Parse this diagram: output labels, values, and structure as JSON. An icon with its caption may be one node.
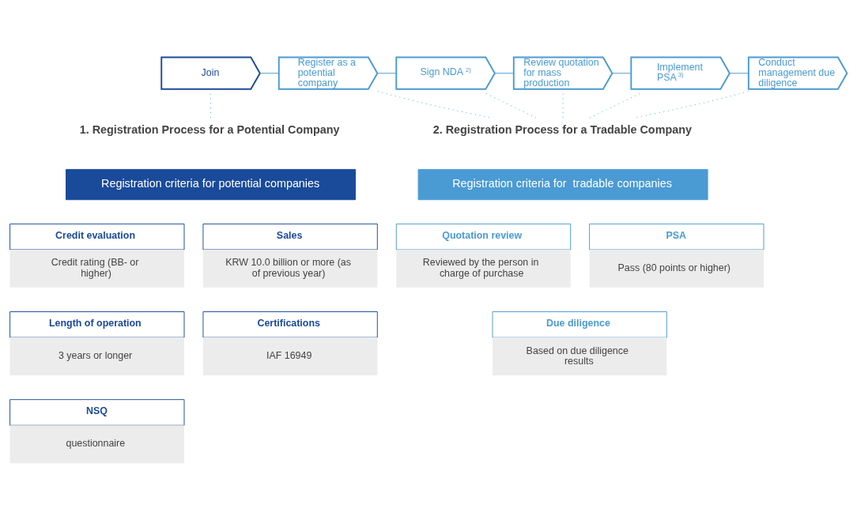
{
  "diagram": {
    "nodes": [
      {
        "text": [
          "Join"
        ]
      },
      {
        "text": [
          "Register as a potential company"
        ]
      },
      {
        "text": [
          "Sign NDA$^{2)}$"
        ]
      },
      {
        "text": [
          "Review quotation for mass production"
        ]
      },
      {
        "text": [
          "Implement PSA$^{3)}$"
        ]
      },
      {
        "text": [
          "Conduct management due diligence"
        ]
      },
      {
        "text": [
          "1. Registration Process for a Potential Company"
        ]
      },
      {
        "text": [
          "Registration criteria for potential companies"
        ]
      },
      {
        "text": [
          "Credit evaluation",
          "Credit rating (BB- or higher)"
        ]
      },
      {
        "text": [
          "Sales",
          "KRW 10.0 billion or more (as of previous year)"
        ]
      },
      {
        "text": [
          "Length of operation",
          "3 years or longer"
        ]
      },
      {
        "text": [
          "Certifications",
          "IAF 16949"
        ]
      },
      {
        "text": [
          "NSQ",
          "questionnaire"
        ]
      },
      {
        "text": [
          "2. Registration Process for a Tradable Company"
        ]
      },
      {
        "text": [
          "Registration criteria for  tradable companies"
        ]
      },
      {
        "text": [
          "Quotation review",
          "Reviewed by the person in charge of purchase"
        ]
      },
      {
        "text": [
          "PSA",
          "Pass (80 points or higher)"
        ]
      },
      {
        "text": [
          "Due diligence",
          "Based on due diligence results"
        ]
      }
    ],
    "edges": [
      {
        "from": 0,
        "to": 1,
        "arrow": "none"
      },
      {
        "from": 1,
        "to": 2,
        "arrow": "none"
      },
      {
        "from": 2,
        "to": 3,
        "arrow": "none"
      },
      {
        "from": 3,
        "to": 4,
        "arrow": "none"
      },
      {
        "from": 4,
        "to": 5,
        "arrow": "none"
      },
      {
        "from": 0,
        "to": 6,
        "arrow": "none",
        "style": "dashed"
      },
      {
        "from": 1,
        "to": 13,
        "arrow": "none",
        "style": "dashed"
      },
      {
        "from": 2,
        "to": 13,
        "arrow": "none",
        "style": "dashed"
      },
      {
        "from": 3,
        "to": 13,
        "arrow": "none",
        "style": "dashed"
      },
      {
        "from": 4,
        "to": 13,
        "arrow": "none",
        "style": "dashed"
      },
      {
        "from": 5,
        "to": 13,
        "arrow": "none",
        "style": "dashed"
      }
    ]
  }
}
